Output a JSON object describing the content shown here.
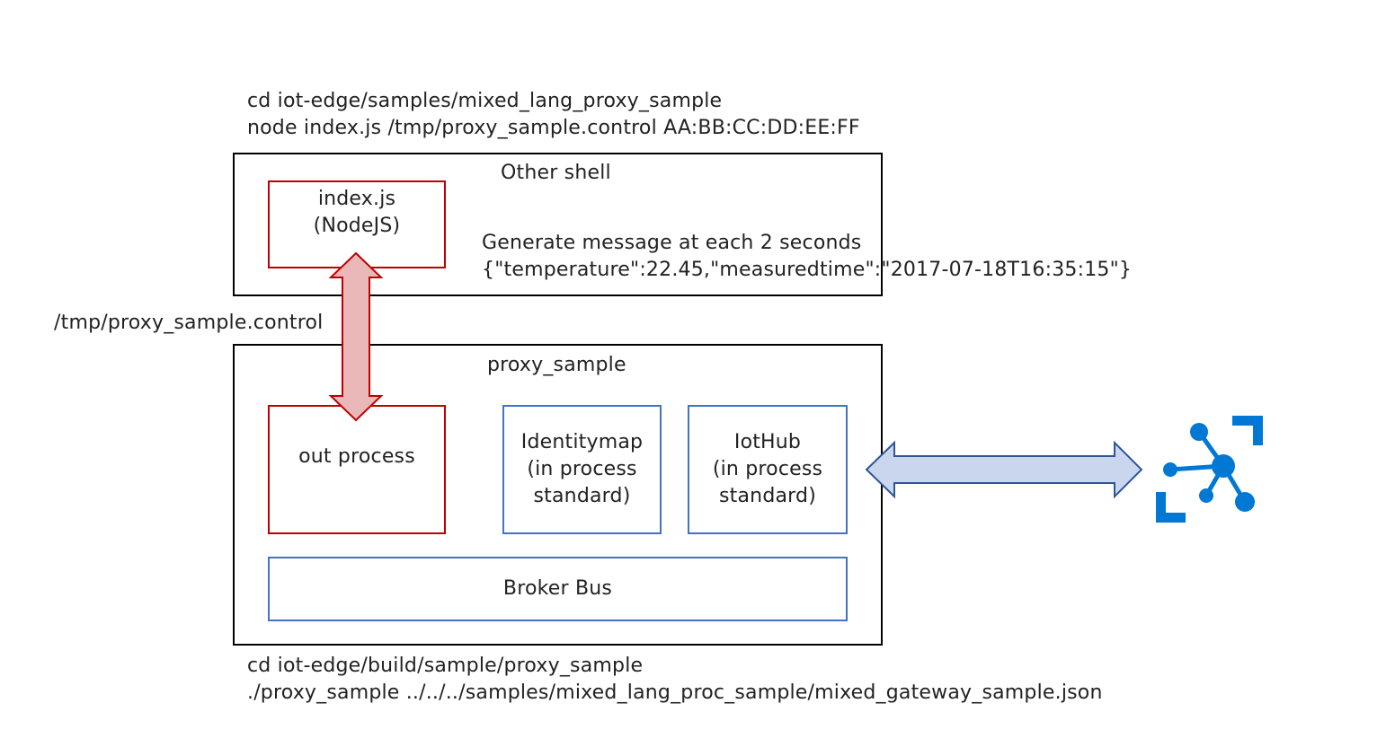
{
  "top_commands": {
    "line1": "cd iot-edge/samples/mixed_lang_proxy_sample",
    "line2": "node index.js /tmp/proxy_sample.control AA:BB:CC:DD:EE:FF"
  },
  "other_shell": {
    "title": "Other shell",
    "indexjs": {
      "line1": "index.js",
      "line2": "(NodeJS)"
    },
    "message": {
      "line1": "Generate message at each 2 seconds",
      "line2": "{\"temperature\":22.45,\"measuredtime\":\"2017-07-18T16:35:15\"}"
    }
  },
  "control_path": "/tmp/proxy_sample.control",
  "proxy_sample": {
    "title": "proxy_sample",
    "out_process": "out process",
    "identitymap": {
      "line1": "Identitymap",
      "line2": "(in process",
      "line3": "standard)"
    },
    "iothub": {
      "line1": "IotHub",
      "line2": "(in process",
      "line3": "standard)"
    },
    "broker_bus": "Broker Bus"
  },
  "bottom_commands": {
    "line1": "cd iot-edge/build/sample/proxy_sample",
    "line2": "./proxy_sample ../../../samples/mixed_lang_proc_sample/mixed_gateway_sample.json"
  },
  "icons": {
    "iot_hub": "iot-hub-icon"
  },
  "colors": {
    "red": "#c00000",
    "red_fill": "#eab8b8",
    "blue": "#4472c4",
    "blue_fill": "#c9d6ee",
    "azure": "#0078d4"
  }
}
